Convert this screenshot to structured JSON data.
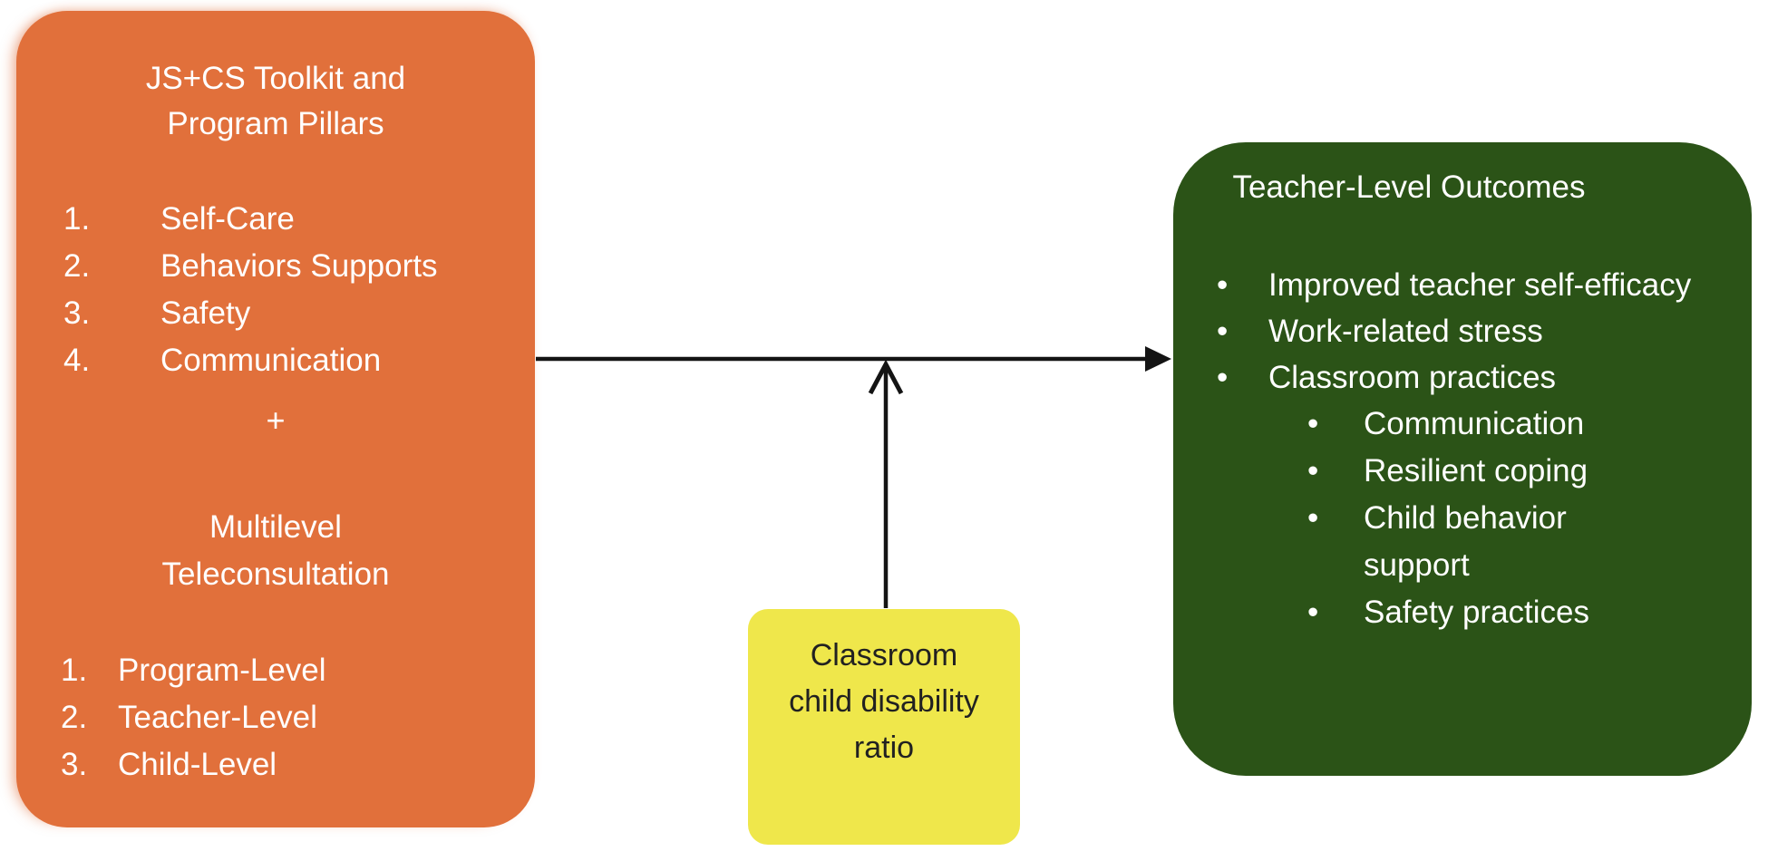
{
  "diagram": {
    "intervention_box": {
      "bg_color": "#E1703B",
      "text_color": "#FFFFFF",
      "title": "JS+CS Toolkit and Program Pillars",
      "pillars": [
        {
          "num": "1.",
          "label": "Self-Care"
        },
        {
          "num": "2.",
          "label": "Behaviors Supports"
        },
        {
          "num": "3.",
          "label": "Safety"
        },
        {
          "num": "4.",
          "label": "Communication"
        }
      ],
      "plus_sign": "+",
      "subtitle": "Multilevel Teleconsultation",
      "levels": [
        {
          "num": "1.",
          "label": "Program-Level"
        },
        {
          "num": "2.",
          "label": "Teacher-Level"
        },
        {
          "num": "3.",
          "label": "Child-Level"
        }
      ]
    },
    "outcomes_box": {
      "bg_color": "#2B5317",
      "text_color": "#FFFFFF",
      "title": "Teacher-Level Outcomes",
      "bullet_char": "•",
      "bullets": [
        "Improved teacher self-efficacy",
        "Work-related stress",
        "Classroom practices"
      ],
      "sub_bullets": [
        "Communication",
        "Resilient coping",
        "Child behavior support",
        "Safety practices"
      ]
    },
    "moderator_box": {
      "bg_color": "#EFE74B",
      "text_color": "#212121",
      "label": "Classroom child disability ratio"
    },
    "arrow_color": "#141414"
  }
}
